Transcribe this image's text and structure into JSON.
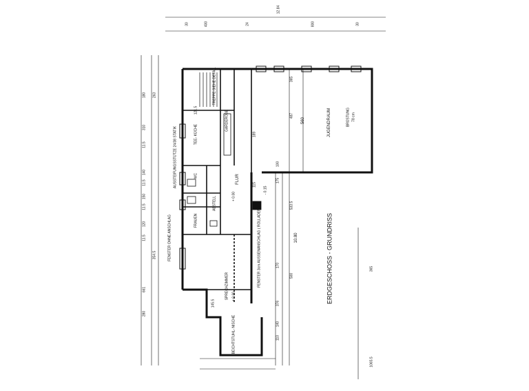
{
  "plan": {
    "title": "ERDGESCHOSS - GRUNDRISS",
    "rooms": {
      "jugendraum": "JUGENDRAUM",
      "bruestung": "BRÜSTUNG",
      "bruestung_height": "78 cm",
      "teekueche": "TEE- KÜCHE",
      "wc": "WC",
      "flur": "FLUR",
      "frauen": "FRAUEN",
      "sprechzimmer": "SPRECHZIMMER",
      "beichtstuhl": "BEICHTSTUHL- NISCHE",
      "treppe": "TREPPE SIEHE DETAIL",
      "garderobe": "GARDEROBE",
      "abstell": "ABSTELL"
    },
    "notes": {
      "stuetze": "AUSSTEIFUNGSSTÜTZE 24/38 STATIK",
      "fenster_ohne": "FENSTER OHNE ANSCHLAG",
      "fenster_aussen": "FENSTER 3cm AUSSENANSCHLAG ( ROLLADEN )",
      "level_flur": "+ 0.00",
      "level_sprech": "+ 0.00",
      "level_stair": "- 0.15"
    },
    "dims": {
      "total_top": "12.84",
      "d400": "400",
      "d800": "800",
      "d30a": "30",
      "d24": "24",
      "d30b": "30",
      "d1080": "10.80",
      "d560": "560",
      "d487": "487",
      "d365": "365",
      "d533": "533.5",
      "d500": "500",
      "d376": "376",
      "d1065": "1065.5",
      "d354": "354.5",
      "d661": "661",
      "d280": "280",
      "d310": "310",
      "d263": "263",
      "d180": "180",
      "d115a": "11.5",
      "d115b": "11.5",
      "d115c": "11.5",
      "d115d": "11.5",
      "d120": "120",
      "d140": "140",
      "d150": "150",
      "d100": "100",
      "d170": "170",
      "d175": "175",
      "d365b": "365",
      "d140b": "140",
      "d110": "110",
      "d145": "145.5",
      "d121": "121.5",
      "d189": "189",
      "d115e": "115"
    }
  }
}
